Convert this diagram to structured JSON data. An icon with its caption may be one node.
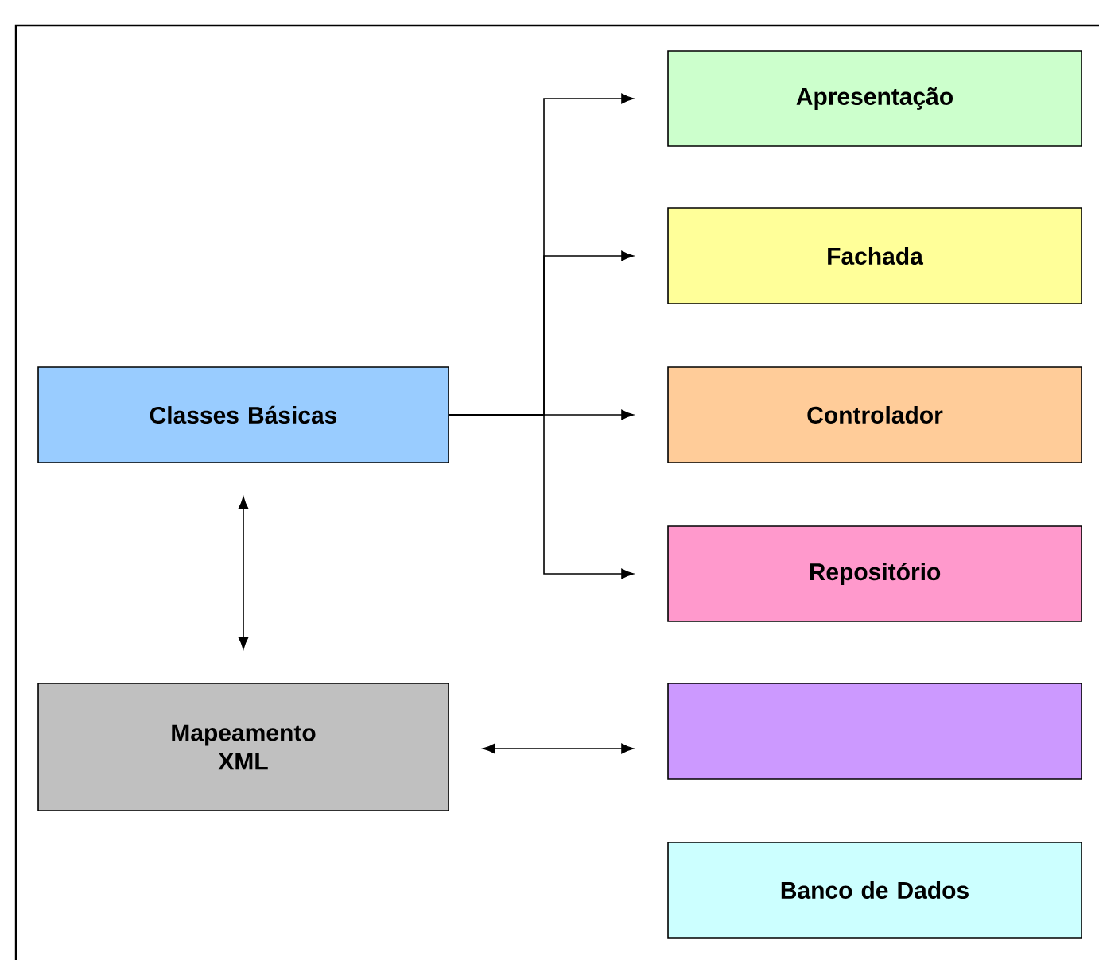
{
  "diagram": {
    "nodes": [
      {
        "text": [
          "Classes Básicas"
        ]
      },
      {
        "text": [
          "Mapeamento XML"
        ]
      },
      {
        "text": [
          "Apresentação"
        ]
      },
      {
        "text": [
          "Fachada"
        ]
      },
      {
        "text": [
          "Controlador"
        ]
      },
      {
        "text": [
          "Repositório"
        ]
      },
      {
        "text": [],
        "shape": "box"
      },
      {
        "text": [
          "Banco de Dados"
        ]
      }
    ],
    "edges": [
      {
        "from": 0,
        "to": 2,
        "arrow": "to"
      },
      {
        "from": 0,
        "to": 3,
        "arrow": "to"
      },
      {
        "from": 0,
        "to": 4,
        "arrow": "to"
      },
      {
        "from": 0,
        "to": 5,
        "arrow": "to"
      },
      {
        "from": 0,
        "to": 1,
        "arrow": "both"
      },
      {
        "from": 1,
        "to": 6,
        "arrow": "both"
      }
    ]
  }
}
